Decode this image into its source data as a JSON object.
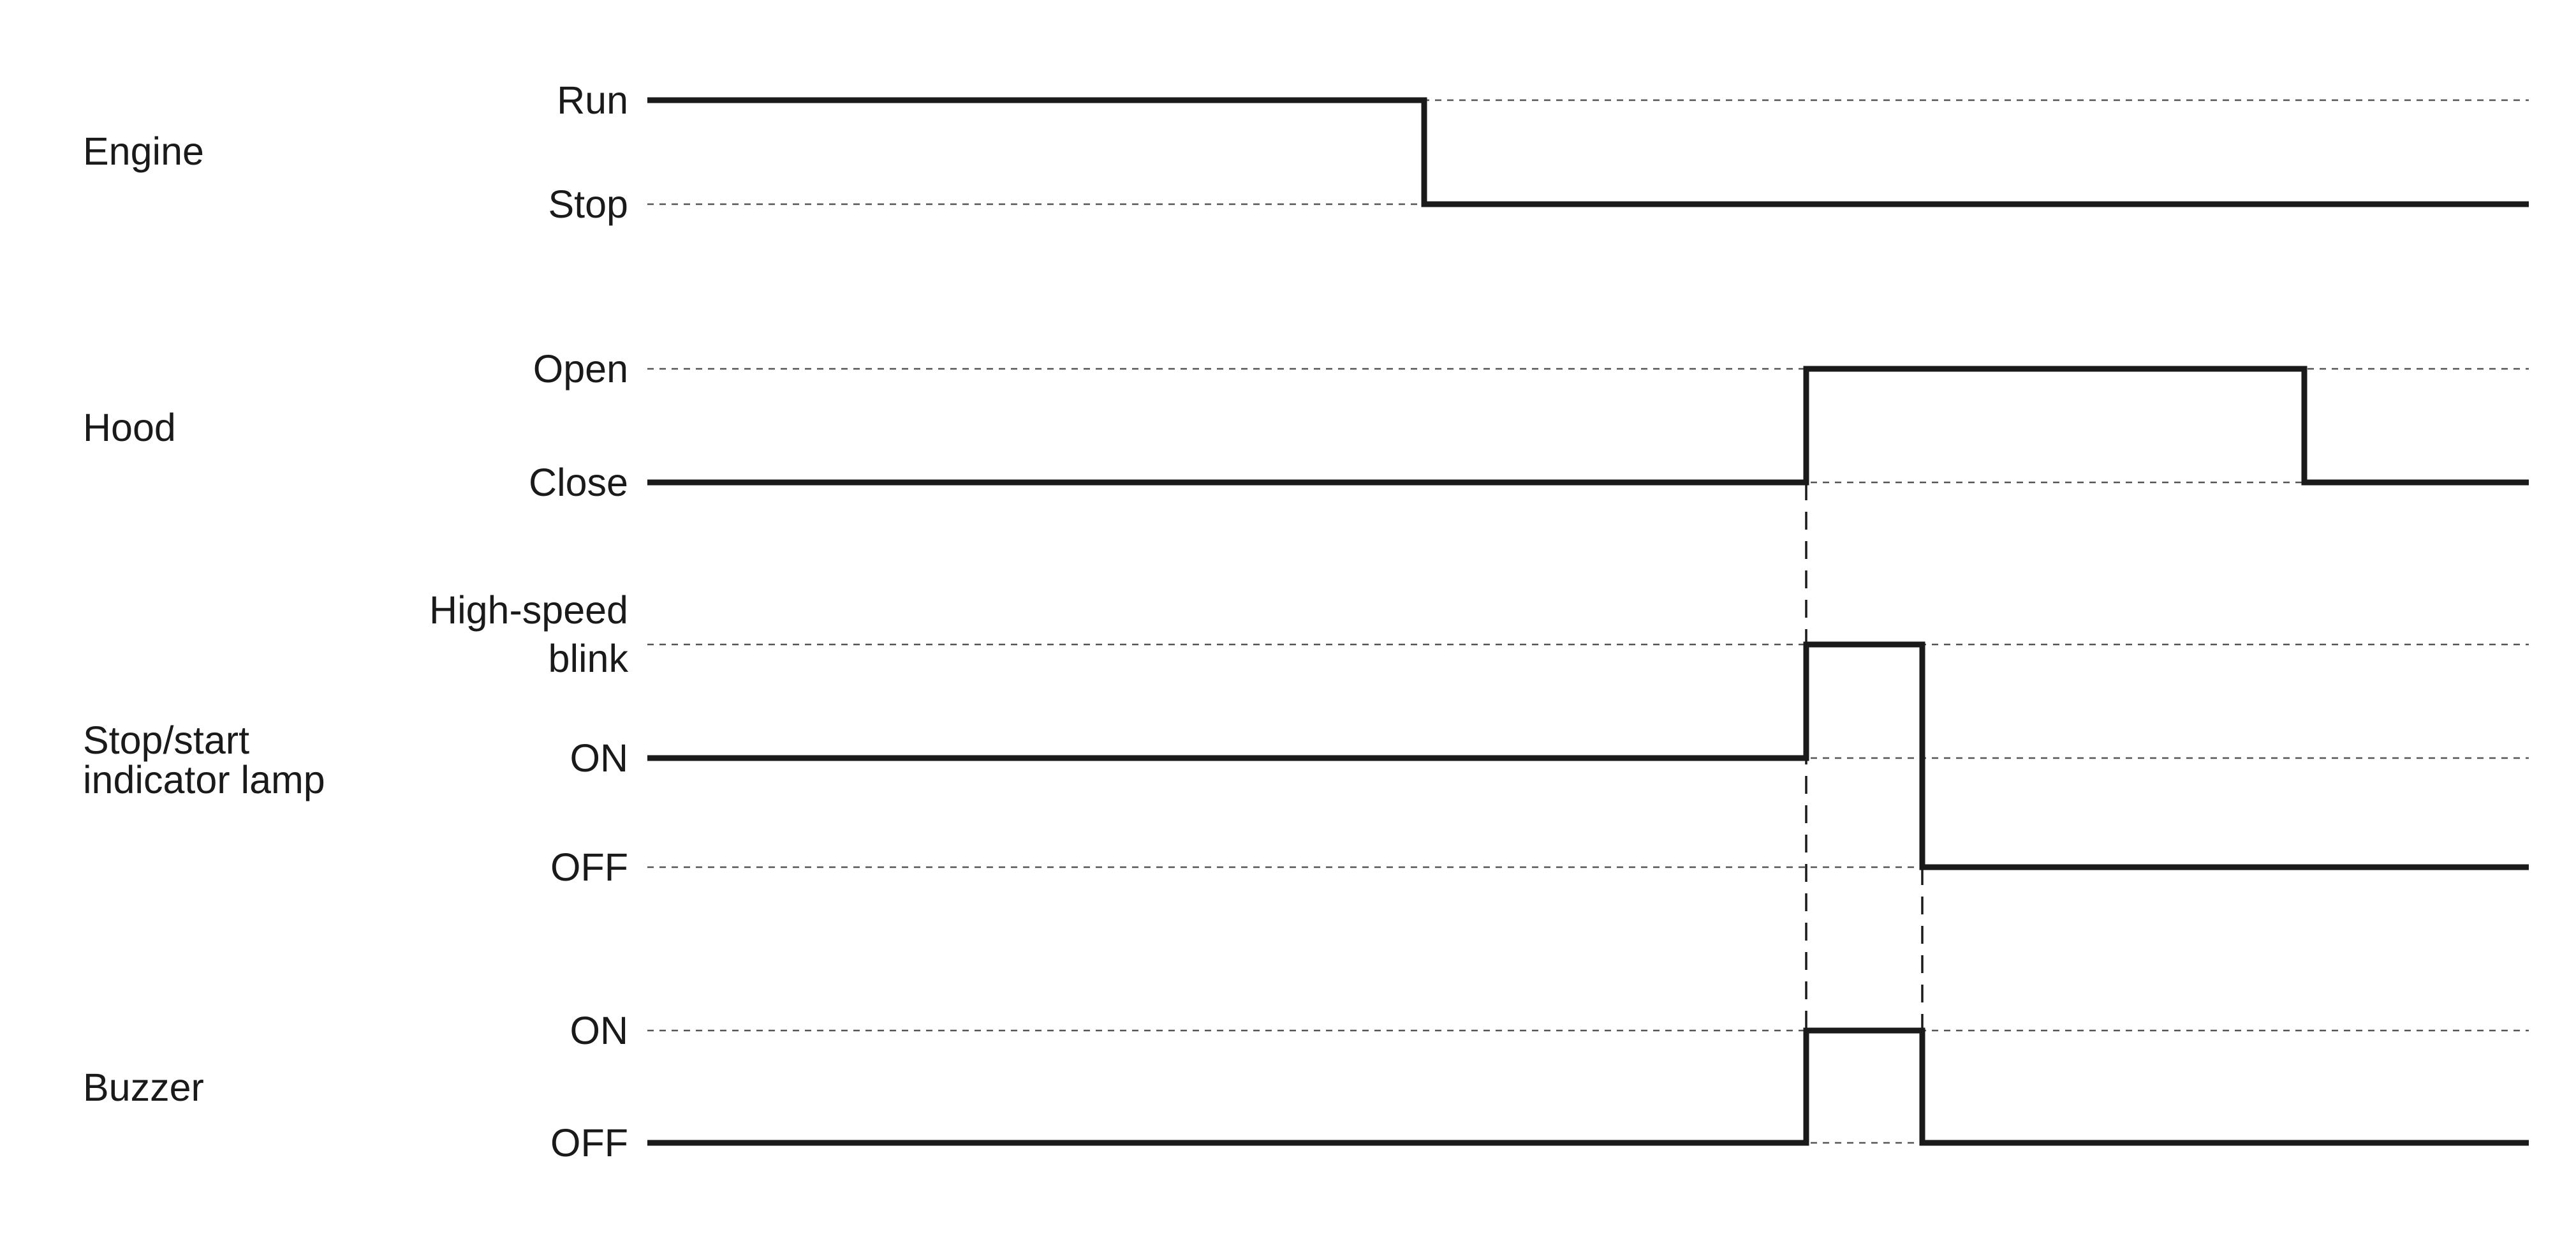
{
  "signals": [
    {
      "id": "engine",
      "name": [
        "Engine"
      ],
      "levels": [
        {
          "key": "run",
          "label": [
            "Run"
          ]
        },
        {
          "key": "stop",
          "label": [
            "Stop"
          ]
        }
      ],
      "waveform": [
        [
          "run",
          0
        ],
        [
          "stop",
          2
        ]
      ]
    },
    {
      "id": "hood",
      "name": [
        "Hood"
      ],
      "levels": [
        {
          "key": "open",
          "label": [
            "Open"
          ]
        },
        {
          "key": "close",
          "label": [
            "Close"
          ]
        }
      ],
      "waveform": [
        [
          "close",
          0
        ],
        [
          "open",
          3
        ],
        [
          "close",
          5
        ]
      ]
    },
    {
      "id": "stop-start-indicator-lamp",
      "name": [
        "Stop/start",
        "indicator lamp"
      ],
      "levels": [
        {
          "key": "blink",
          "label": [
            "High-speed",
            "blink"
          ]
        },
        {
          "key": "on",
          "label": [
            "ON"
          ]
        },
        {
          "key": "off",
          "label": [
            "OFF"
          ]
        }
      ],
      "waveform": [
        [
          "on",
          0
        ],
        [
          "blink",
          3
        ],
        [
          "off",
          4
        ]
      ]
    },
    {
      "id": "buzzer",
      "name": [
        "Buzzer"
      ],
      "levels": [
        {
          "key": "on",
          "label": [
            "ON"
          ]
        },
        {
          "key": "off",
          "label": [
            "OFF"
          ]
        }
      ],
      "waveform": [
        [
          "off",
          0
        ],
        [
          "on",
          3
        ],
        [
          "off",
          4
        ]
      ]
    }
  ],
  "event_markers": [
    3,
    4
  ],
  "colors": {
    "line": "#1a1a1a",
    "guide": "#555555",
    "background": "#ffffff"
  }
}
